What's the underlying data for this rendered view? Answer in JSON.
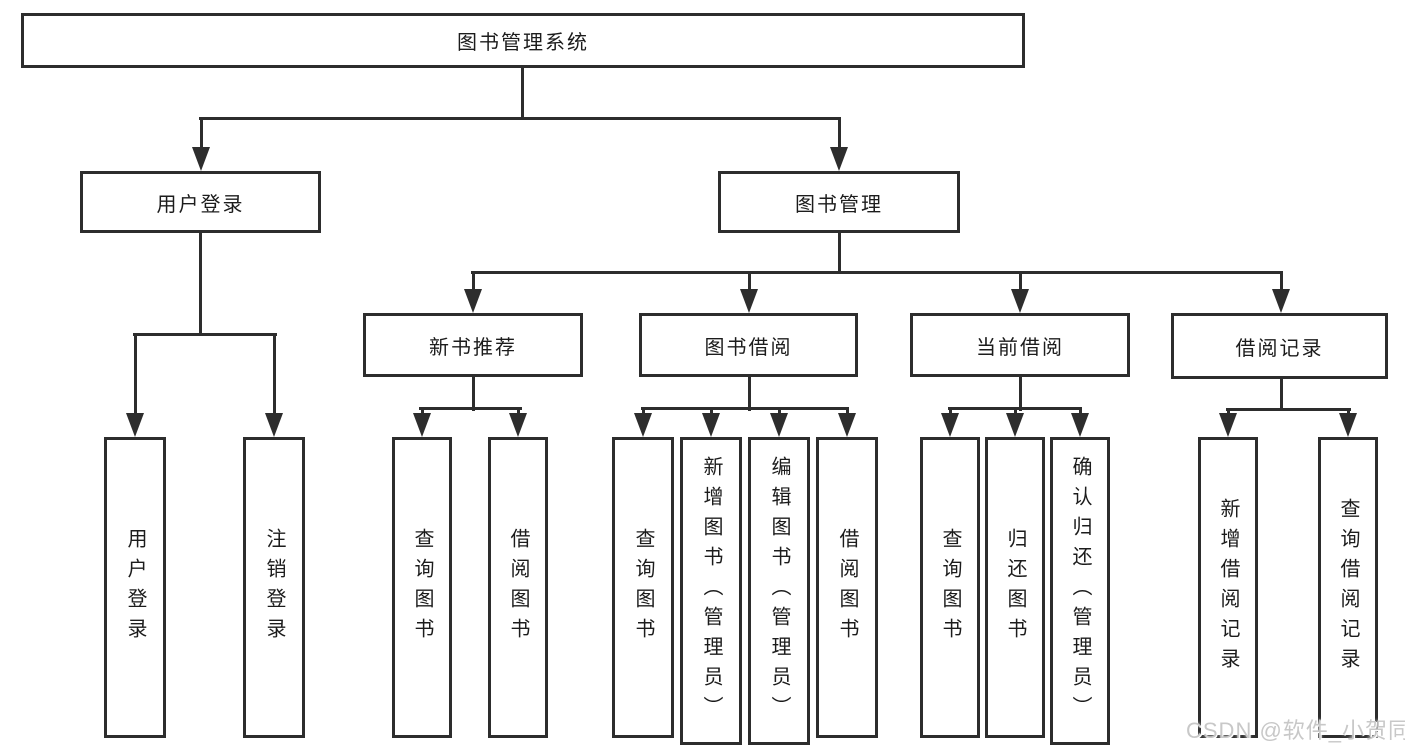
{
  "diagram": {
    "root": {
      "label": "图书管理系统"
    },
    "level2": [
      {
        "label": "用户登录"
      },
      {
        "label": "图书管理"
      }
    ],
    "level3": [
      {
        "label": "新书推荐"
      },
      {
        "label": "图书借阅"
      },
      {
        "label": "当前借阅"
      },
      {
        "label": "借阅记录"
      }
    ],
    "leaves": [
      {
        "label": "用户登录"
      },
      {
        "label": "注销登录"
      },
      {
        "label": "查询图书"
      },
      {
        "label": "借阅图书"
      },
      {
        "label": "查询图书"
      },
      {
        "label": "新增图书（管理员）"
      },
      {
        "label": "编辑图书（管理员）"
      },
      {
        "label": "借阅图书"
      },
      {
        "label": "查询图书"
      },
      {
        "label": "归还图书"
      },
      {
        "label": "确认归还（管理员）"
      },
      {
        "label": "新增借阅记录"
      },
      {
        "label": "查询借阅记录"
      }
    ],
    "colors": {
      "line": "#2d2d2d",
      "box_background": "#ffffff",
      "text": "#1c1c1c",
      "watermark": "#c8c8c8",
      "background": "#ffffff"
    }
  },
  "watermark": {
    "text": "CSDN @软件_小贺同学"
  }
}
